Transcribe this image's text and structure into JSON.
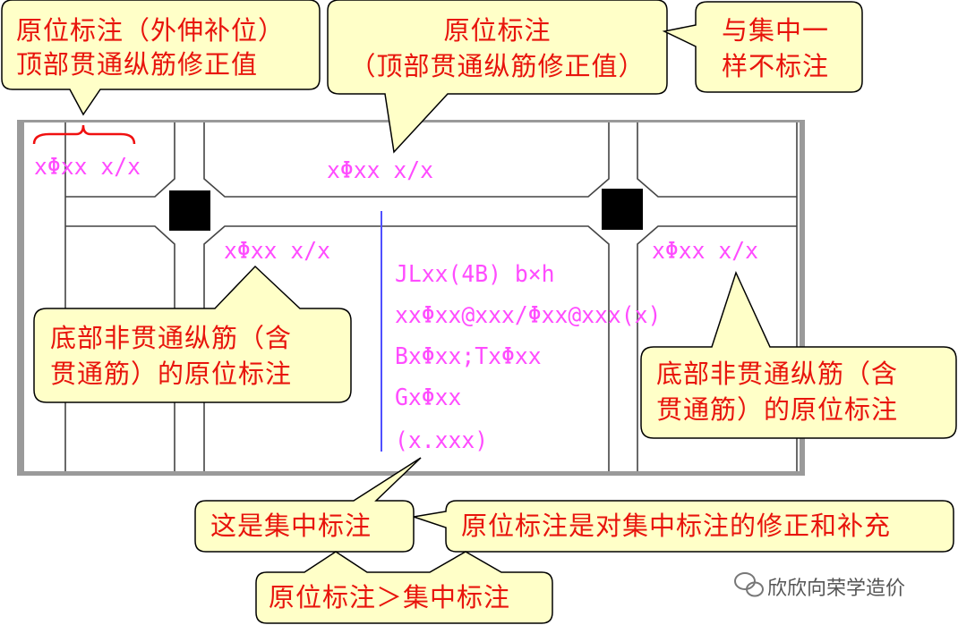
{
  "drawing": {
    "labels": {
      "top_left": "xΦxx x/x",
      "top_mid": "xΦxx x/x",
      "bottom_left": "xΦxx x/x",
      "bottom_right": "xΦxx x/x"
    },
    "concentrated": [
      "JLxx(4B) b×h",
      "xxΦxx@xxx/Φxx@xxx(x)",
      "BxΦxx;TxΦxx",
      "GxΦxx",
      "(x.xxx)"
    ]
  },
  "callouts": {
    "c1": [
      "原位标注（外伸补位）",
      "顶部贯通纵筋修正值"
    ],
    "c2": [
      "原位标注",
      "（顶部贯通纵筋修正值）"
    ],
    "c3": [
      "与集中一",
      "样不标注"
    ],
    "c4": [
      "底部非贯通纵筋（含",
      "贯通筋）的原位标注"
    ],
    "c5": [
      "底部非贯通纵筋（含",
      "贯通筋）的原位标注"
    ],
    "c6": "这是集中标注",
    "c7": "原位标注是对集中标注的修正和补充",
    "c8": "原位标注＞集中标注"
  },
  "watermark": "欣欣向荣学造价",
  "colors": {
    "callout_fill": "#ffffc8",
    "callout_text": "#e8140c",
    "annotation": "#ff4cff",
    "leader": "#4040ff"
  }
}
